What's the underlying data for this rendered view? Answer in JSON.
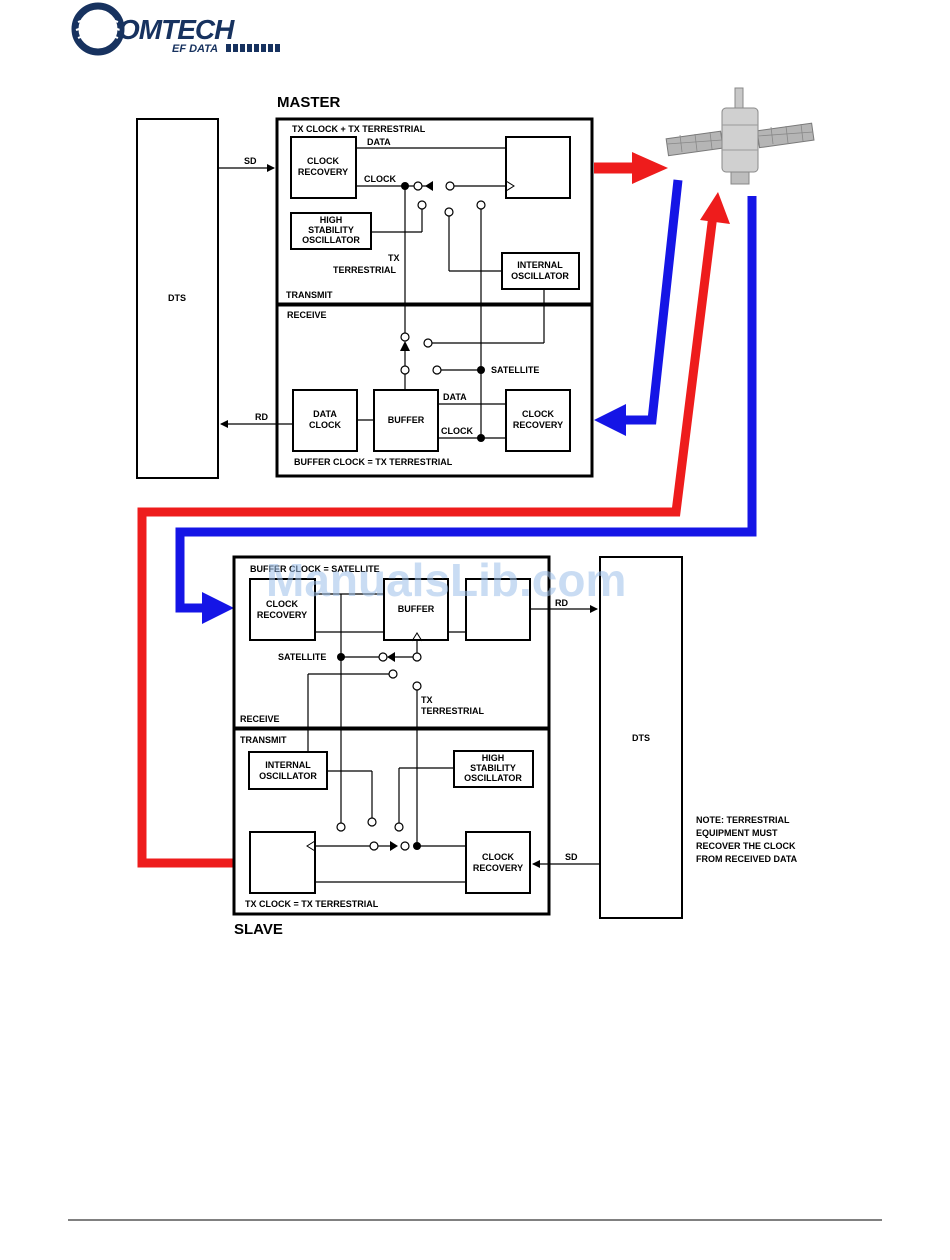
{
  "logo": {
    "main": "OMTECH",
    "sub": "EF DATA"
  },
  "watermark": "ManualsLib.com",
  "master": {
    "title": "MASTER",
    "tx_header": "TX CLOCK + TX TERRESTRIAL",
    "transmit_label": "TRANSMIT",
    "receive_label": "RECEIVE",
    "buffer_footer": "BUFFER CLOCK = TX TERRESTRIAL",
    "clock_recovery_line1": "CLOCK",
    "clock_recovery_line2": "RECOVERY",
    "hso_line1": "HIGH",
    "hso_line2": "STABILITY",
    "hso_line3": "OSCILLATOR",
    "internal_osc_line1": "INTERNAL",
    "internal_osc_line2": "OSCILLATOR",
    "data_label": "DATA",
    "clock_label": "CLOCK",
    "tx_terr_line1": "TX",
    "tx_terr_line2": "TERRESTRIAL",
    "satellite_label": "SATELLITE",
    "data_clock_line1": "DATA",
    "data_clock_line2": "CLOCK",
    "buffer_label": "BUFFER",
    "rx_data_label": "DATA",
    "rx_clock_label": "CLOCK",
    "rx_clock_recovery_line1": "CLOCK",
    "rx_clock_recovery_line2": "RECOVERY",
    "sd_label": "SD",
    "rd_label": "RD",
    "dts_label": "DTS"
  },
  "slave": {
    "title": "SLAVE",
    "rx_header": "BUFFER CLOCK = SATELLITE",
    "receive_label": "RECEIVE",
    "transmit_label": "TRANSMIT",
    "tx_footer": "TX CLOCK = TX TERRESTRIAL",
    "clock_recovery_line1": "CLOCK",
    "clock_recovery_line2": "RECOVERY",
    "buffer_label": "BUFFER",
    "satellite_label": "SATELLITE",
    "tx_terr_line1": "TX",
    "tx_terr_line2": "TERRESTRIAL",
    "internal_osc_line1": "INTERNAL",
    "internal_osc_line2": "OSCILLATOR",
    "hso_line1": "HIGH",
    "hso_line2": "STABILITY",
    "hso_line3": "OSCILLATOR",
    "tx_clock_recovery_line1": "CLOCK",
    "tx_clock_recovery_line2": "RECOVERY",
    "rd_label": "RD",
    "sd_label": "SD",
    "dts_label": "DTS"
  },
  "note": {
    "line1": "NOTE: TERRESTRIAL",
    "line2": "EQUIPMENT MUST",
    "line3": "RECOVER THE CLOCK",
    "line4": "FROM RECEIVED DATA"
  },
  "colors": {
    "uplink": "#ee1c1c",
    "downlink": "#1515e6",
    "logo": "#17325f"
  }
}
